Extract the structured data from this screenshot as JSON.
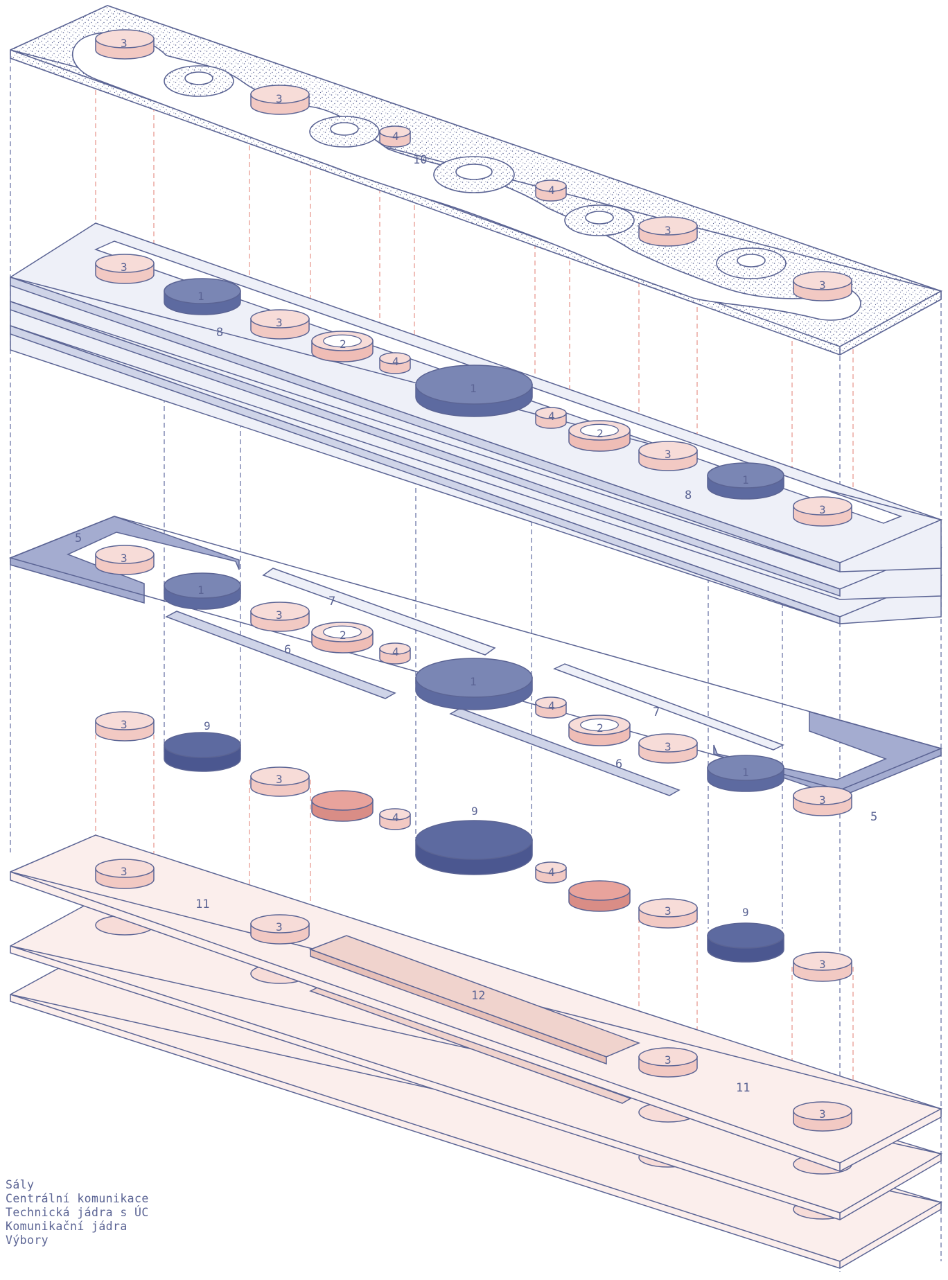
{
  "colors": {
    "line": "#5b6494",
    "navy_fill": "#5d6aa0",
    "navy_mid": "#7a86b4",
    "plate_blue": "#eef0f8",
    "plate_blue_side": "#cfd4e8",
    "frame_dark": "#a4acd0",
    "salmon_light": "#f7dcd8",
    "salmon_mid": "#e8a39c",
    "salmon_dash": "#e89a92",
    "floor_pink": "#fbeeec",
    "bar_pink": "#f0d3cd",
    "blue_dash": "#6c76a8"
  },
  "labels": {
    "n1": "1",
    "n2": "2",
    "n3": "3",
    "n4": "4",
    "n5": "5",
    "n6": "6",
    "n7": "7",
    "n8": "8",
    "n9": "9",
    "n10": "10",
    "n11": "11",
    "n12": "12"
  },
  "legend": [
    "Sály",
    "Centrální komunikace",
    "Technická jádra s ÚC",
    "Komunikační jádra",
    "Výbory"
  ]
}
